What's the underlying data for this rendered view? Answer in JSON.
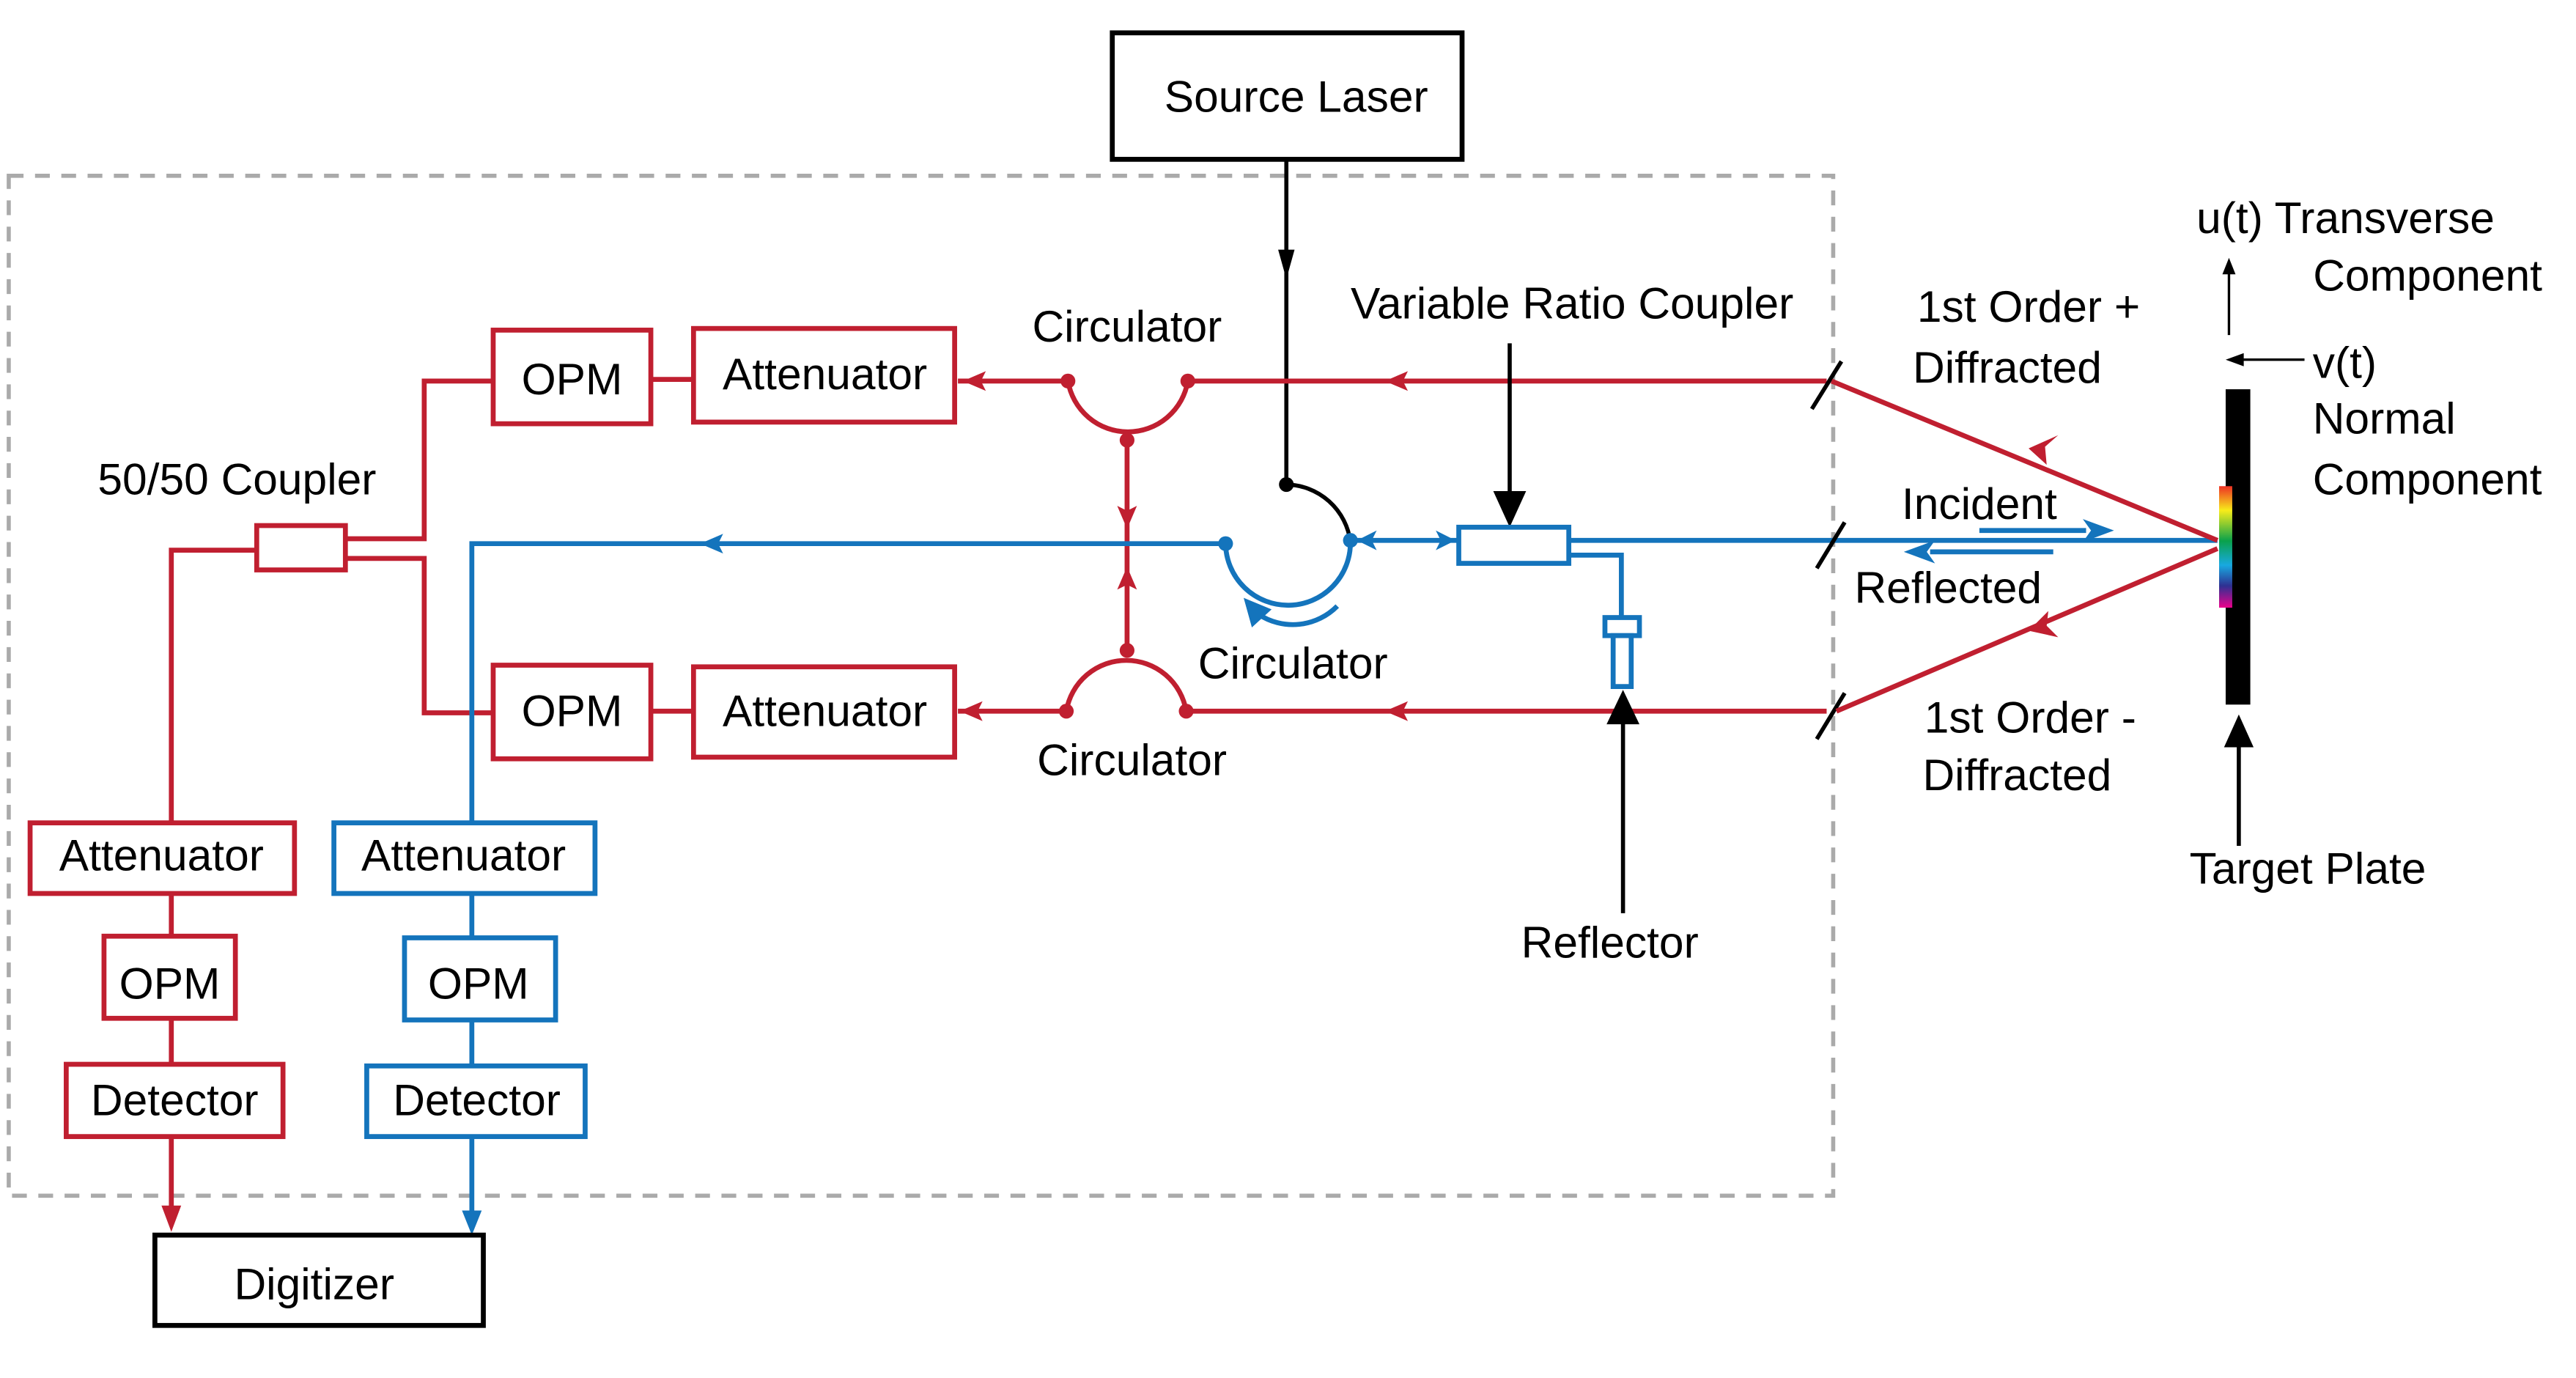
{
  "colors": {
    "red_path": "#C01F30",
    "blue_path": "#1474BC",
    "enclosure": "#AAAAAA"
  },
  "boxes": {
    "source_laser": "Source Laser",
    "digitizer": "Digitizer",
    "opm_top": "OPM",
    "attenuator_top": "Attenuator",
    "opm_bottom": "OPM",
    "attenuator_bottom": "Attenuator",
    "attenuator_left_red": "Attenuator",
    "opm_left_red": "OPM",
    "detector_left_red": "Detector",
    "attenuator_left_blue": "Attenuator",
    "opm_left_blue": "OPM",
    "detector_left_blue": "Detector"
  },
  "labels": {
    "coupler_5050": "50/50 Coupler",
    "circulator_top": "Circulator",
    "circulator_middle": "Circulator",
    "circulator_bottom": "Circulator",
    "variable_ratio_coupler": "Variable Ratio Coupler",
    "reflector": "Reflector",
    "first_order_plus_1": "1st Order +",
    "first_order_plus_2": "Diffracted",
    "incident": "Incident",
    "reflected": "Reflected",
    "first_order_minus_1": "1st Order -",
    "first_order_minus_2": "Diffracted",
    "target_plate": "Target Plate",
    "transverse_1": "u(t) Transverse",
    "transverse_2": "Component",
    "normal_1": "v(t)",
    "normal_2": "Normal",
    "normal_3": "Component"
  }
}
